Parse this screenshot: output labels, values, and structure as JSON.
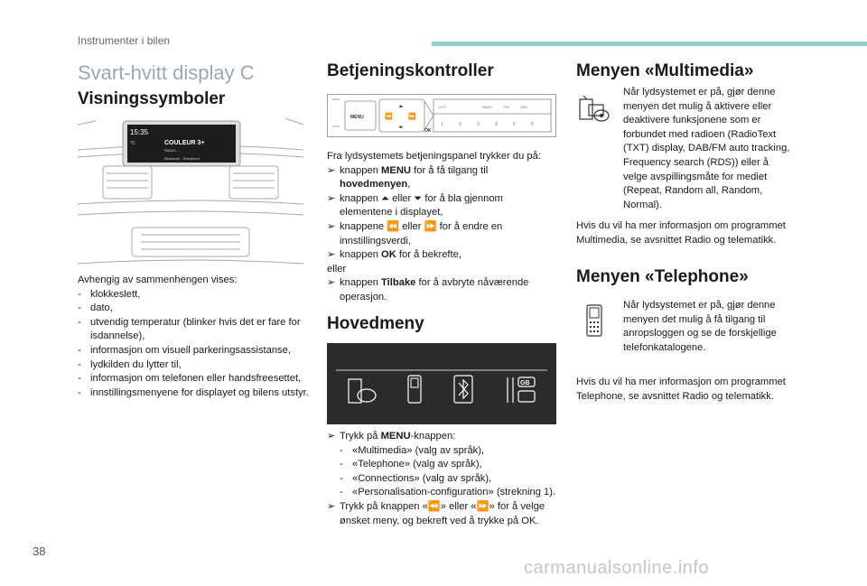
{
  "header": {
    "section": "Instrumenter i bilen",
    "accent": "#8fd0d2"
  },
  "page_number": "38",
  "watermark": "carmanualsonline.info",
  "col1": {
    "page_title": "Svart-hvitt display C",
    "subtitle": "Visningssymboler",
    "display": {
      "time": "15:35",
      "title": "COULEUR 3+",
      "station": "RADIO ...",
      "temp": "°C",
      "bottom": "Bluetooth - Telephone"
    },
    "intro": "Avhengig av sammenhengen vises:",
    "items": [
      "klokkeslett,",
      "dato,",
      "utvendig temperatur (blinker hvis det er fare for isdannelse),",
      "informasjon om visuell parkeringsassistanse,",
      "lydkilden du lytter til,",
      "informasjon om telefonen eller handsfreesettet,",
      "innstillingsmenyene for displayet og bilens utstyr."
    ]
  },
  "col2": {
    "title": "Betjeningskontroller",
    "panel": {
      "menu": "MENU",
      "ok": "OK",
      "buttons": [
        "LIST",
        "BAND",
        "FM",
        "SRC"
      ],
      "digits": [
        "1",
        "2",
        "3",
        "4",
        "5",
        "6"
      ]
    },
    "intro": "Fra lydsystemets betjeningspanel trykker du på:",
    "steps": [
      {
        "pre": "knappen ",
        "bold": "MENU",
        "post": " for å få tilgang til ",
        "bold2": "hovedmenyen",
        "post2": ","
      },
      {
        "pre": "knappen ",
        "sym": "⏶",
        "mid": " eller ",
        "sym2": "⏷",
        "post": " for å bla gjennom elementene i displayet,"
      },
      {
        "pre": "knappene ",
        "sym": "⏪",
        "mid": " eller ",
        "sym2": "⏩",
        "post": " for å endre en innstillingsverdi,"
      },
      {
        "pre": "knappen ",
        "bold": "OK",
        "post": " for å bekrefte,"
      }
    ],
    "or": "eller",
    "last": {
      "pre": "knappen ",
      "bold": "Tilbake",
      "post": " for å avbryte nåværende operasjon."
    },
    "menu_title": "Hovedmeny",
    "menu_screen_bg": "#2b2b2b",
    "press": {
      "pre": "Trykk på ",
      "bold": "MENU",
      "post": "-knappen:"
    },
    "menu_items": [
      "«Multimedia» (valg av språk),",
      "«Telephone» (valg av språk),",
      "«Connections» (valg av språk),",
      "«Personalisation-configuration» (strekning 1)."
    ],
    "final": "Trykk på knappen «⏪» eller «⏩» for å velge ønsket meny, og bekreft ved å trykke på OK.",
    "gb_label": "GB"
  },
  "col3": {
    "mm_title": "Menyen «Multimedia»",
    "mm_text": "Når lydsystemet er på, gjør denne menyen det mulig å aktivere eller deaktivere funksjonene som er forbundet med radioen (RadioText (TXT) display, DAB/FM auto tracking, Frequency search (RDS)) eller å velge avspillingsmåte for mediet (Repeat, Random all, Random, Normal).",
    "mm_more": "Hvis du vil ha mer informasjon om programmet Multimedia, se avsnittet Radio og telematikk.",
    "tel_title": "Menyen «Telephone»",
    "tel_text": "Når lydsystemet er på, gjør denne menyen det mulig å få tilgang til anropsloggen og se de forskjellige telefonkatalogene.",
    "tel_more": "Hvis du vil ha mer informasjon om programmet Telephone, se avsnittet Radio og telematikk."
  }
}
